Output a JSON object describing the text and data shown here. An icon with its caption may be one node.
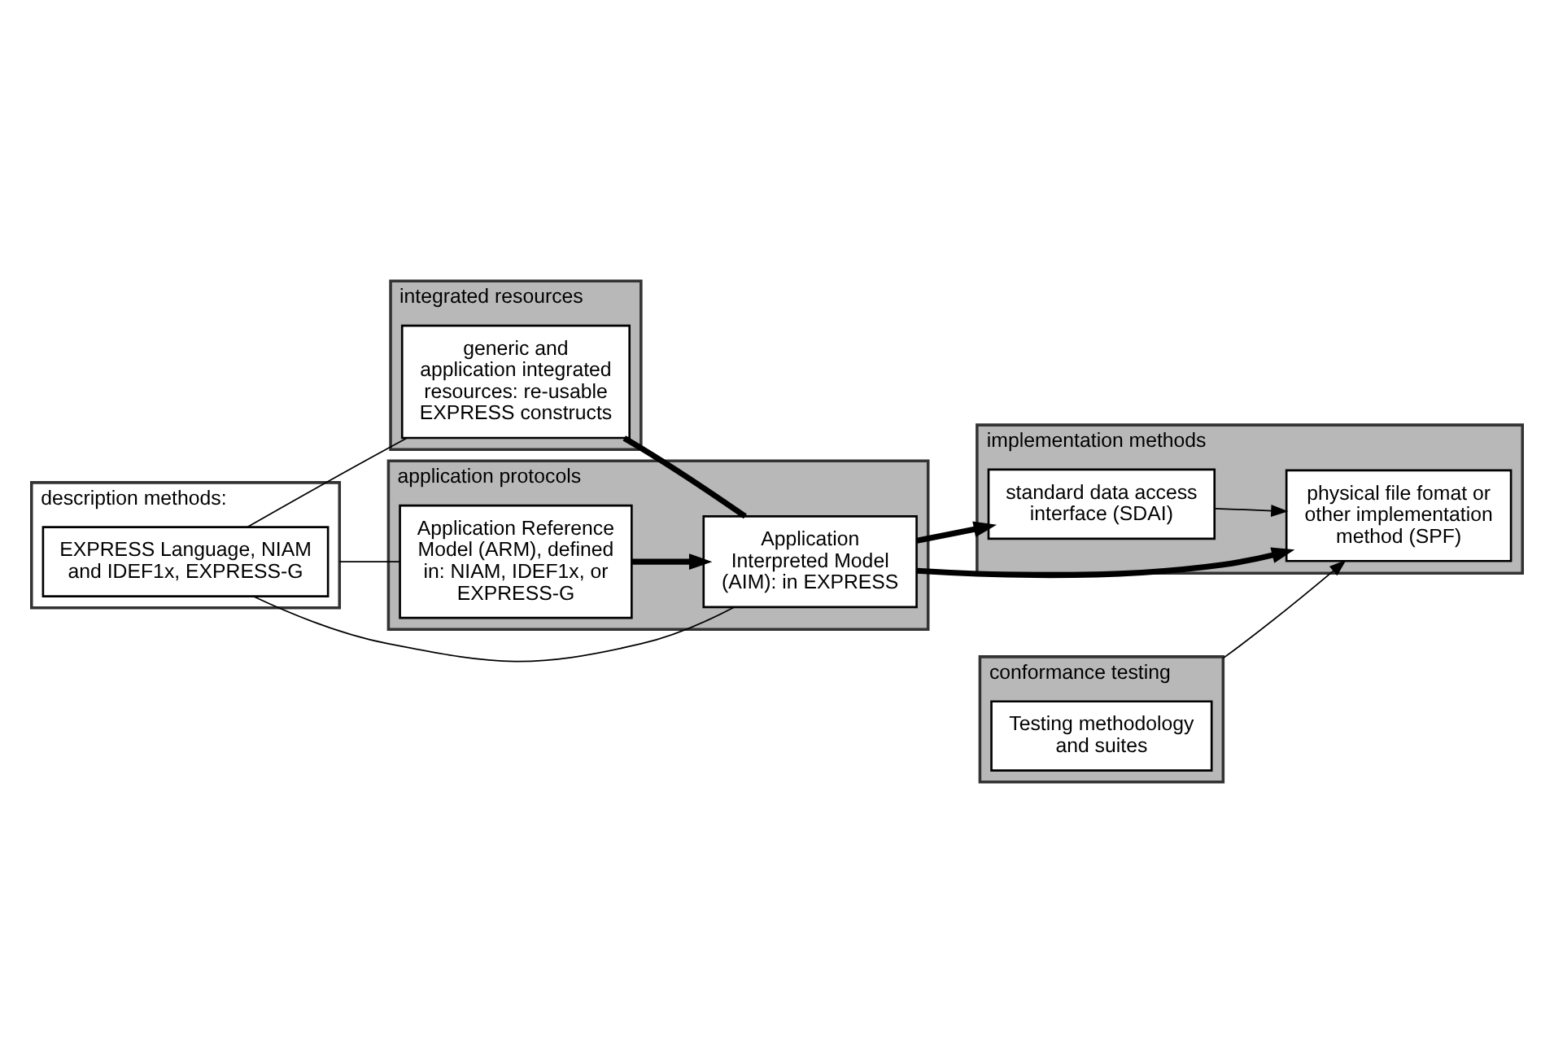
{
  "diagram": {
    "nodes": [
      {
        "text": [
          "description methods:"
        ]
      },
      {
        "text": [
          "EXPRESS Language, NIAM and IDEF1x, EXPRESS-G"
        ],
        "in": 0
      },
      {
        "text": [
          "integrated resources"
        ]
      },
      {
        "text": [
          "generic and application integrated resources: re-usable EXPRESS constructs"
        ],
        "in": 2
      },
      {
        "text": [
          "implementation methods"
        ]
      },
      {
        "text": [
          "standard data access interface (SDAI)"
        ],
        "in": 4
      },
      {
        "text": [
          "physical file fomat or other implementation method (SPF)"
        ],
        "in": 4
      },
      {
        "text": [
          "application protocols"
        ]
      },
      {
        "text": [
          "Application Reference Model (ARM), defined in: NIAM, IDEF1x, or EXPRESS-G"
        ],
        "in": 7
      },
      {
        "text": [
          "Application Interpreted Model (AIM): in EXPRESS"
        ],
        "in": 7
      },
      {
        "text": [
          "conformance testing"
        ]
      },
      {
        "text": [
          "Testing methodology and suites"
        ],
        "in": 10
      }
    ],
    "edges": [
      {
        "from": 1,
        "to": 3,
        "arrow": "none"
      },
      {
        "from": 0,
        "to": 8,
        "arrow": "none"
      },
      {
        "from": 1,
        "to": 9,
        "arrow": "none"
      },
      {
        "from": 3,
        "to": 9,
        "arrow": "none",
        "style": "thick"
      },
      {
        "from": 8,
        "to": 9,
        "arrow": "to",
        "style": "thick"
      },
      {
        "from": 9,
        "to": 5,
        "arrow": "to",
        "style": "thick"
      },
      {
        "from": 9,
        "to": 6,
        "arrow": "to",
        "style": "thick"
      },
      {
        "from": 5,
        "to": 6,
        "arrow": "to"
      },
      {
        "from": 10,
        "to": 6,
        "arrow": "to"
      }
    ]
  }
}
